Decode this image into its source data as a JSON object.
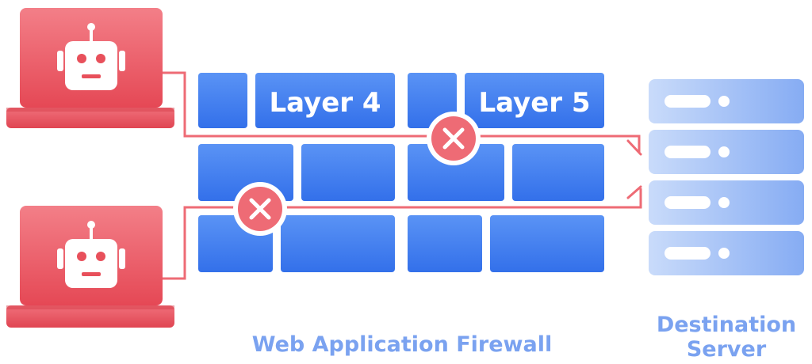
{
  "firewall": {
    "layer4_label": "Layer 4",
    "layer5_label": "Layer 5",
    "caption": "Web Application Firewall"
  },
  "server": {
    "caption_line1": "Destination",
    "caption_line2": "Server"
  },
  "icons": {
    "bot": "robot-icon",
    "blocked": "x-mark-icon",
    "server": "server-rack-icon"
  },
  "colors": {
    "bot_red": "#e8505b",
    "firewall_blue": "#3d7cf0",
    "server_blue": "#8fb4f6",
    "path_line": "#ee6b75",
    "caption_blue": "#7aa2f0"
  }
}
